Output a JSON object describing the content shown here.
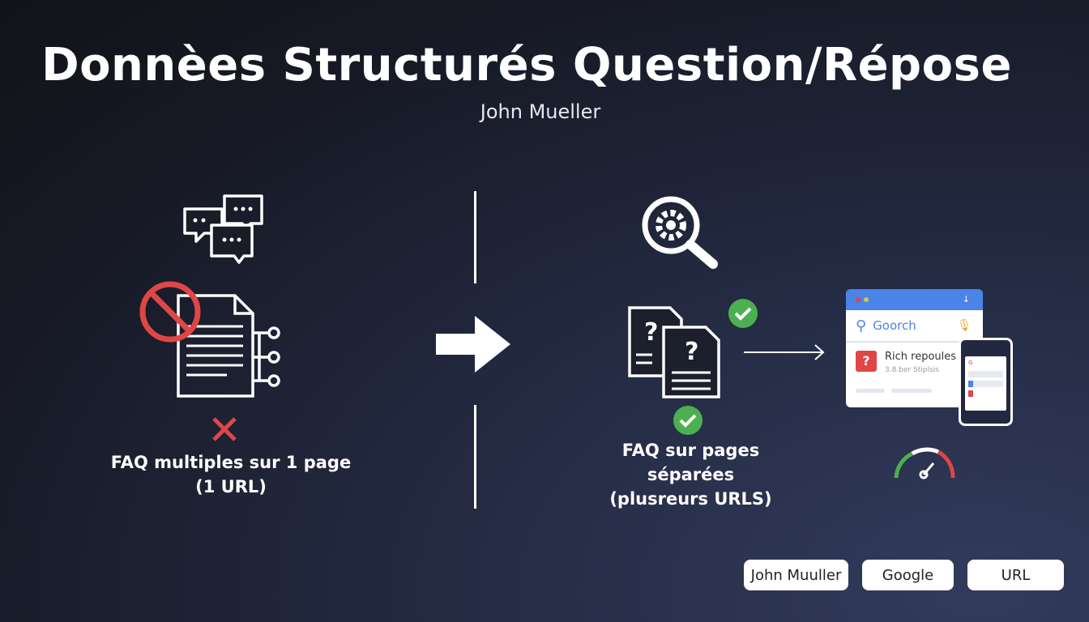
{
  "title": "Donnèes Structurés Question/Répose",
  "subtitle": "John Mueller",
  "left": {
    "caption_line1": "FAQ multiples sur 1 page",
    "caption_line2": "(1 URL)"
  },
  "right": {
    "caption_line1": "FAQ sur pages",
    "caption_line2": "séparées",
    "caption_line3": "(plusreurs URLS)"
  },
  "browser": {
    "search_text": "Goorch",
    "result_title": "Rich repoules",
    "result_sub": "3.8.ber Stiplsis"
  },
  "tags": [
    "John Muuller",
    "Google",
    "URL"
  ],
  "colors": {
    "red": "#e04646",
    "green": "#4caf50",
    "blue": "#4a84e8"
  }
}
